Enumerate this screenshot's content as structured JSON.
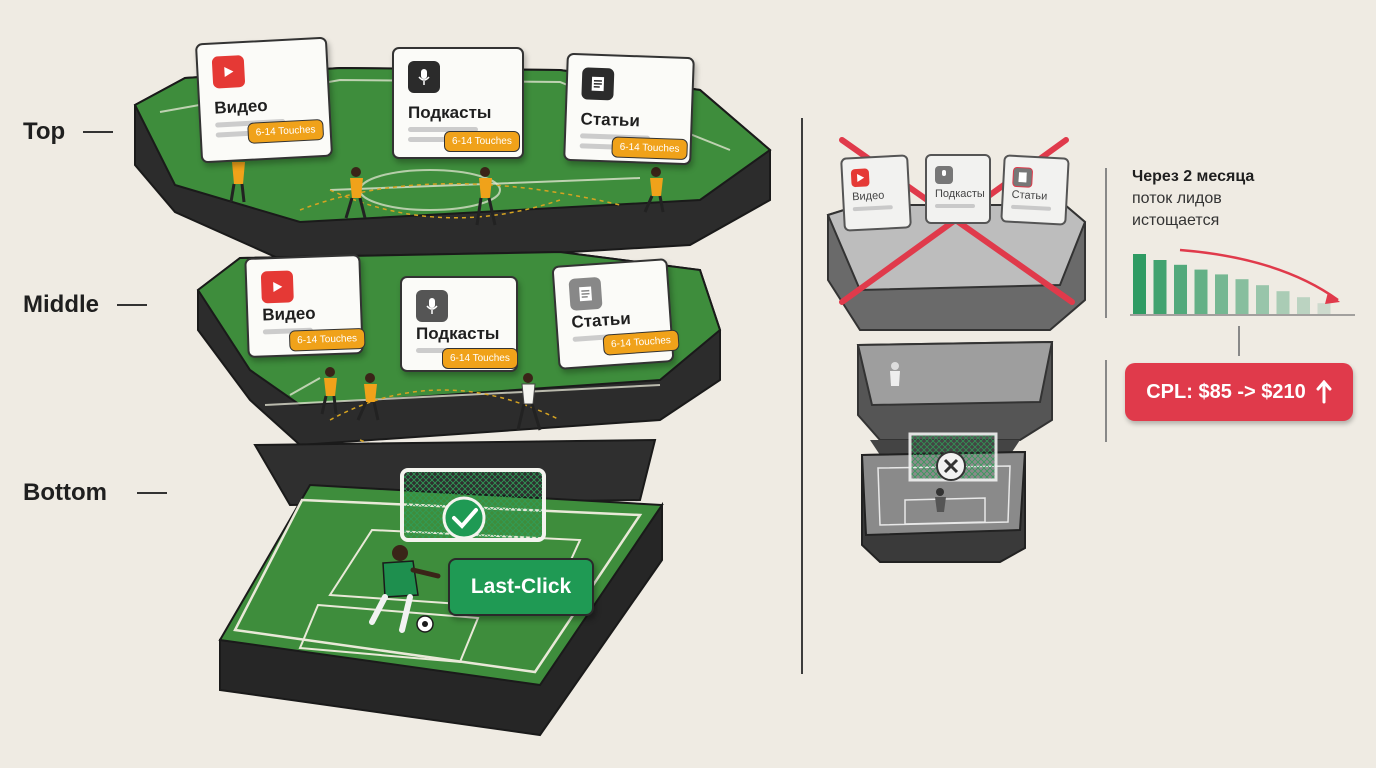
{
  "levels": {
    "top": "Top",
    "middle": "Middle",
    "bottom": "Bottom"
  },
  "channels": {
    "top": [
      {
        "title": "Видео",
        "icon": "video-icon",
        "badge": "6-14 Touches"
      },
      {
        "title": "Подкасты",
        "icon": "microphone-icon",
        "badge": "6-14 Touches"
      },
      {
        "title": "Статьи",
        "icon": "article-icon",
        "badge": "6-14 Touches"
      }
    ],
    "middle": [
      {
        "title": "Видео",
        "icon": "video-icon",
        "badge": "6-14 Touches"
      },
      {
        "title": "Подкасты",
        "icon": "microphone-icon",
        "badge": "6-14 Touches"
      },
      {
        "title": "Статьи",
        "icon": "article-icon",
        "badge": "6-14 Touches"
      }
    ]
  },
  "faded_channels": [
    "Видео",
    "Подкасты",
    "Статьи"
  ],
  "last_click": "Last-Click",
  "right_note": {
    "line1": "Через 2 месяца",
    "line2": "поток лидов",
    "line3": "истощается"
  },
  "cpl": "CPL: $85 -> $210",
  "declining_chart": {
    "values": [
      10,
      9,
      8.2,
      7.4,
      6.6,
      5.8,
      4.8,
      3.8,
      2.8,
      1.8
    ]
  },
  "colors": {
    "field": "#3c8c3a",
    "accent": "#f0a21a",
    "success": "#1f9a54",
    "alert": "#e03a4b",
    "video": "#e53935"
  }
}
